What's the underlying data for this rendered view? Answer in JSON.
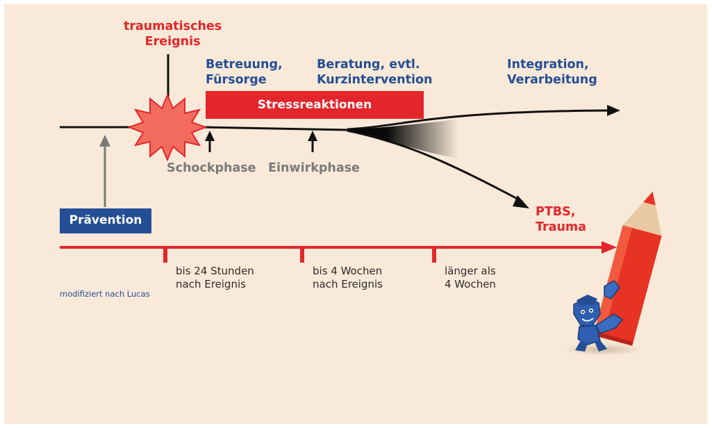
{
  "labels": {
    "event": "traumatisches\nEreignis",
    "care": "Betreuung,\nFürsorge",
    "counseling": "Beratung, evtl.\nKurzintervention",
    "integration": "Integration,\nVerarbeitung",
    "stress": "Stressreaktionen",
    "shock": "Schockphase",
    "impact": "Einwirkphase",
    "prevention": "Prävention",
    "ptbs": "PTBS,\nTrauma"
  },
  "timeline": {
    "t1": "bis 24 Stunden\nnach Ereignis",
    "t2": "bis 4 Wochen\nnach Ereignis",
    "t3": "länger als\n4 Wochen"
  },
  "source": "modifiziert nach Lucas",
  "colors": {
    "background": "#f9e9d8",
    "red": "#e3262b",
    "blue": "#244f96",
    "gray": "#7a7a7a",
    "black": "#111111"
  }
}
